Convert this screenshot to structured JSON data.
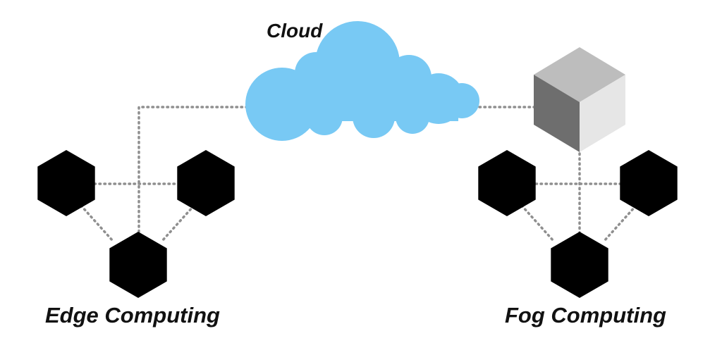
{
  "labels": {
    "cloud": "Cloud",
    "edge": "Edge Computing",
    "fog": "Fog Computing"
  },
  "colors": {
    "cloud": "#78c9f4",
    "node": "#000000",
    "connector": "#8f8f8f",
    "cube_top": "#bdbdbd",
    "cube_left": "#6e6e6e",
    "cube_right": "#e6e6e6"
  },
  "icons": {
    "cloud": "cloud-icon",
    "node": "hexagon-node-icon",
    "fog_server": "cube-icon"
  }
}
